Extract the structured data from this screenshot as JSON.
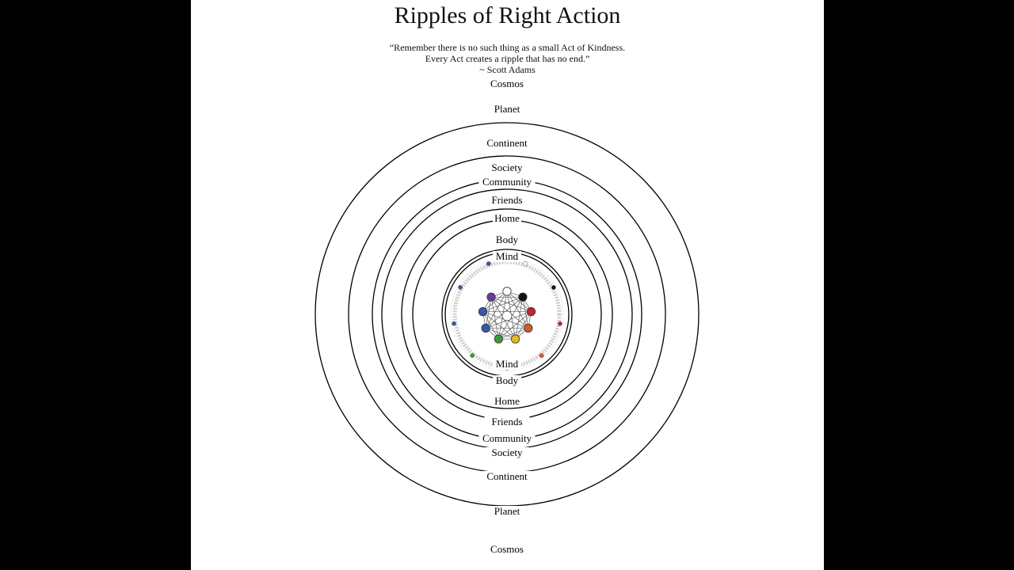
{
  "title": "Ripples of Right Action",
  "quote": {
    "line1": "“Remember there is no such thing as a small Act of Kindness.",
    "line2": "Every Act creates a ripple that has no end.”",
    "attribution": "~ Scott Adams"
  },
  "rings": [
    {
      "label": "Cosmos"
    },
    {
      "label": "Planet"
    },
    {
      "label": "Continent"
    },
    {
      "label": "Society"
    },
    {
      "label": "Community"
    },
    {
      "label": "Friends"
    },
    {
      "label": "Home"
    },
    {
      "label": "Body"
    },
    {
      "label": "Mind"
    }
  ],
  "colors": {
    "ring_stroke": "#000000",
    "mind_halo": "#c8c8c8",
    "page_background": "#ffffff",
    "frame_background": "#000000"
  },
  "center_nodes": [
    {
      "name": "white-node",
      "color": "#ffffff"
    },
    {
      "name": "black-node",
      "color": "#111111"
    },
    {
      "name": "red-node",
      "color": "#c0262d"
    },
    {
      "name": "orange-red-node",
      "color": "#d45a2a"
    },
    {
      "name": "yellow-node",
      "color": "#e8b820"
    },
    {
      "name": "green-node",
      "color": "#3a9a3a"
    },
    {
      "name": "blue-node",
      "color": "#2e5aa8"
    },
    {
      "name": "blue-violet-node",
      "color": "#3e56a0"
    },
    {
      "name": "purple-node",
      "color": "#6a3a9a"
    }
  ]
}
